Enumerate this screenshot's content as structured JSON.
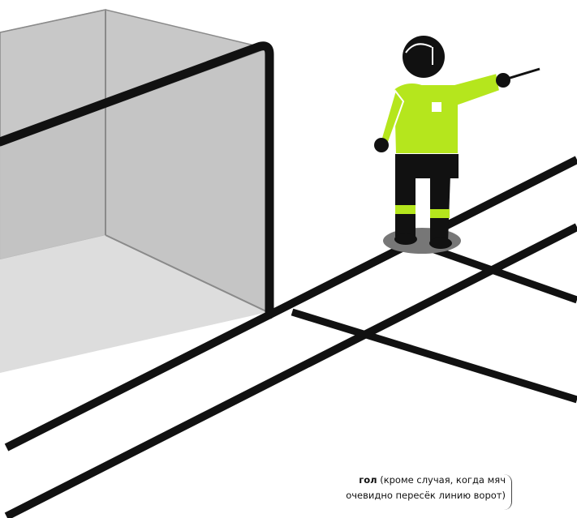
{
  "caption": {
    "bold_word": "гол",
    "line1_rest": " (кроме случая, когда мяч",
    "line2": "очевидно пересёк линию ворот)"
  },
  "colors": {
    "background": "#ffffff",
    "line": "#111111",
    "net": "#c9c9c9",
    "net_dark": "#b3b3b3",
    "shirt": "#b5e61d",
    "trousers": "#111111",
    "stripe": "#b5e61d",
    "shadow": "#7a7a7a",
    "skin": "#111111"
  },
  "icons": {
    "referee": "assistant-referee-figure",
    "goal": "goal-net",
    "flag": "flag-stick"
  }
}
